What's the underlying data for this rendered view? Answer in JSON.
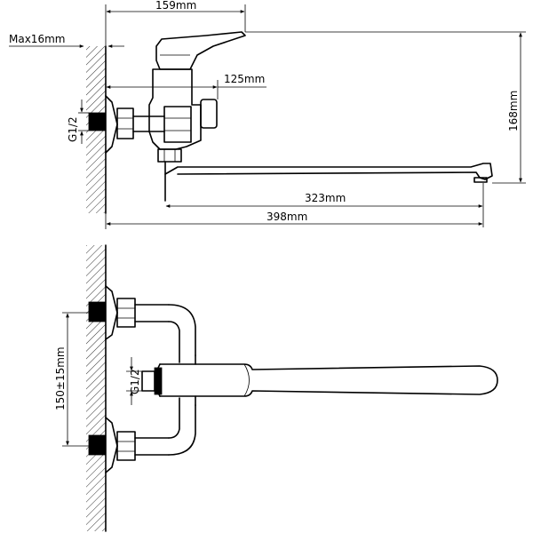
{
  "dimensions": {
    "width_159": "159mm",
    "max_wall": "Max16mm",
    "depth_125": "125mm",
    "height_168": "168mm",
    "thread_top": "G1/2",
    "spout_323": "323mm",
    "total_398": "398mm",
    "spacing_150": "150±15mm",
    "thread_bottom": "G1/2"
  },
  "colors": {
    "stroke": "#000000",
    "background": "#ffffff"
  }
}
